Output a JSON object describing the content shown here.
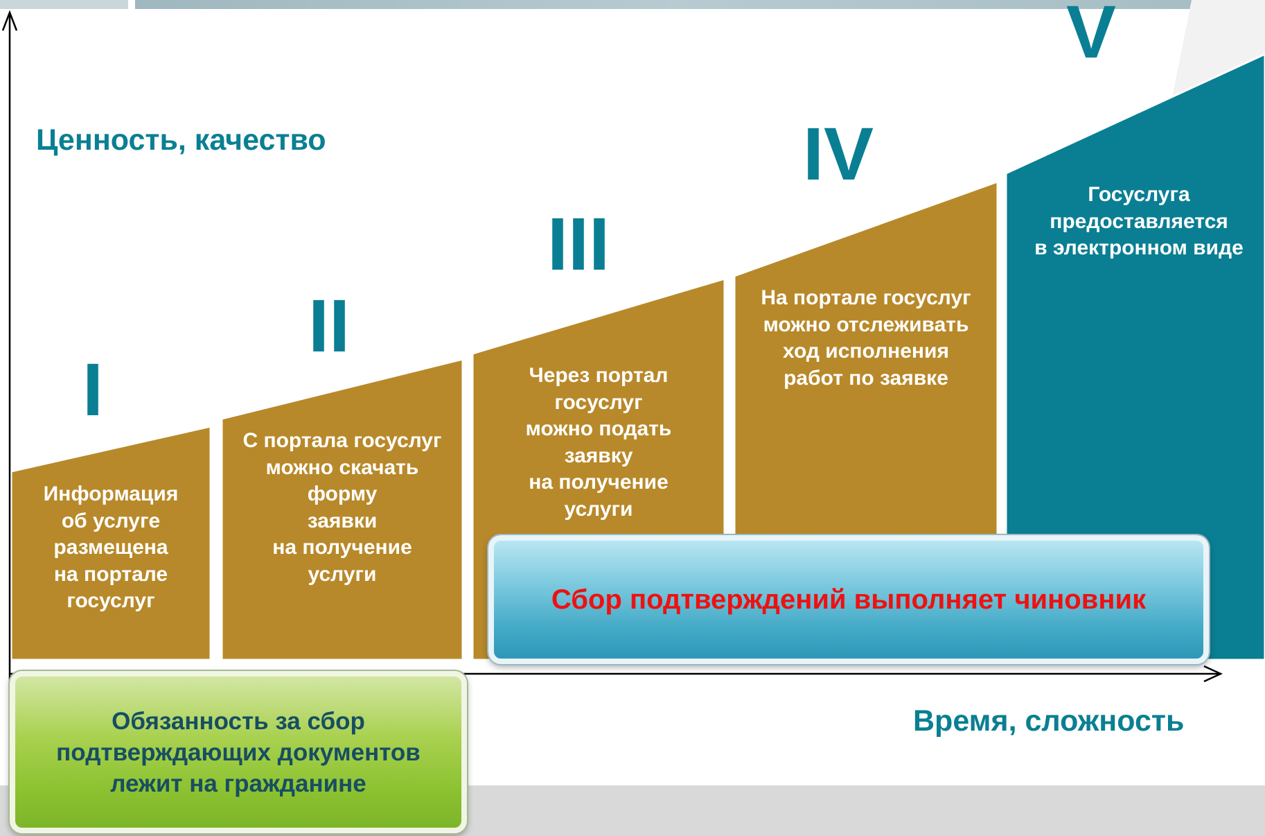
{
  "axes": {
    "y_label": "Ценность, качество",
    "x_label": "Время, сложность"
  },
  "stages": [
    {
      "numeral": "I",
      "text": "Информация\nоб услуге\nразмещена\nна портале\nгосуслуг"
    },
    {
      "numeral": "II",
      "text": "С портала госуслуг\nможно скачать\nформу\nзаявки\nна получение\nуслуги"
    },
    {
      "numeral": "III",
      "text": "Через портал\nгосуслуг\nможно подать\nзаявку\nна получение\nуслуги"
    },
    {
      "numeral": "IV",
      "text": "На портале госуслуг\nможно отслеживать\nход исполнения\nработ по заявке"
    },
    {
      "numeral": "V",
      "text": "Госуслуга\nпредоставляется\nв электронном виде"
    }
  ],
  "callouts": {
    "official": "Сбор подтверждений выполняет чиновник",
    "citizen": "Обязанность за сбор\nподтверждающих документов\nлежит на гражданине"
  },
  "colors": {
    "stage_fill": "#b8892a",
    "final_stage_fill": "#0a7f93",
    "numeral": "#0a7f93",
    "axis_label": "#0a7f93",
    "official_text": "#ee1111",
    "citizen_text": "#174e62"
  }
}
